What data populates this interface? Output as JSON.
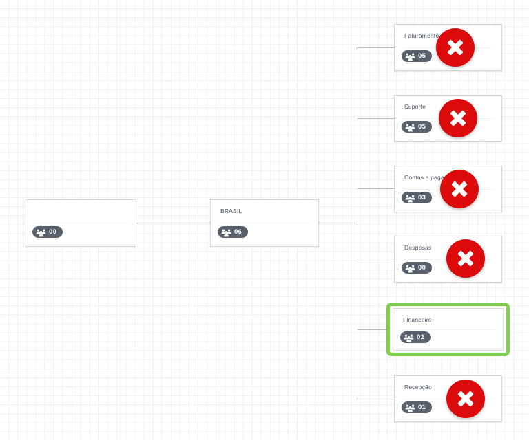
{
  "canvas": {
    "background_color": "#ffffff",
    "grid_color": "#efeff1",
    "connector_color": "#b9b9bd"
  },
  "theme": {
    "node_border": "#d7d7d9",
    "node_background": "#ffffff",
    "title_color": "#4a5160",
    "badge_background": "#595f6b",
    "badge_text": "#ffffff",
    "status_red": "#dc0a0a",
    "selection_green": "#7ed04b"
  },
  "nodes": [
    {
      "id": "root",
      "title": "",
      "badge_count": "00",
      "badge_icon": "users-group-icon",
      "status": "none",
      "selected": false
    },
    {
      "id": "brasil",
      "title": "BRASIL",
      "badge_count": "06",
      "badge_icon": "users-group-icon",
      "status": "none",
      "selected": false
    },
    {
      "id": "faturamento",
      "title": "Faturamento",
      "badge_count": "05",
      "badge_icon": "users-group-icon",
      "status": "inactive",
      "status_icon": "red-x-circle-icon",
      "selected": false
    },
    {
      "id": "suporte",
      "title": "Suporte",
      "badge_count": "05",
      "badge_icon": "users-group-icon",
      "status": "inactive",
      "status_icon": "red-x-circle-icon",
      "selected": false
    },
    {
      "id": "contas-a-pagar",
      "title": "Contas a pagar",
      "badge_count": "03",
      "badge_icon": "users-group-icon",
      "status": "inactive",
      "status_icon": "red-x-circle-icon",
      "selected": false
    },
    {
      "id": "despesas",
      "title": "Despesas",
      "badge_count": "00",
      "badge_icon": "users-group-icon",
      "status": "inactive",
      "status_icon": "red-x-circle-icon",
      "selected": false
    },
    {
      "id": "financeiro",
      "title": "Financeiro",
      "badge_count": "02",
      "badge_icon": "users-group-icon",
      "status": "none",
      "selected": true
    },
    {
      "id": "recepcao",
      "title": "Recepção",
      "badge_count": "01",
      "badge_icon": "users-group-icon",
      "status": "inactive",
      "status_icon": "red-x-circle-icon",
      "selected": false
    }
  ]
}
